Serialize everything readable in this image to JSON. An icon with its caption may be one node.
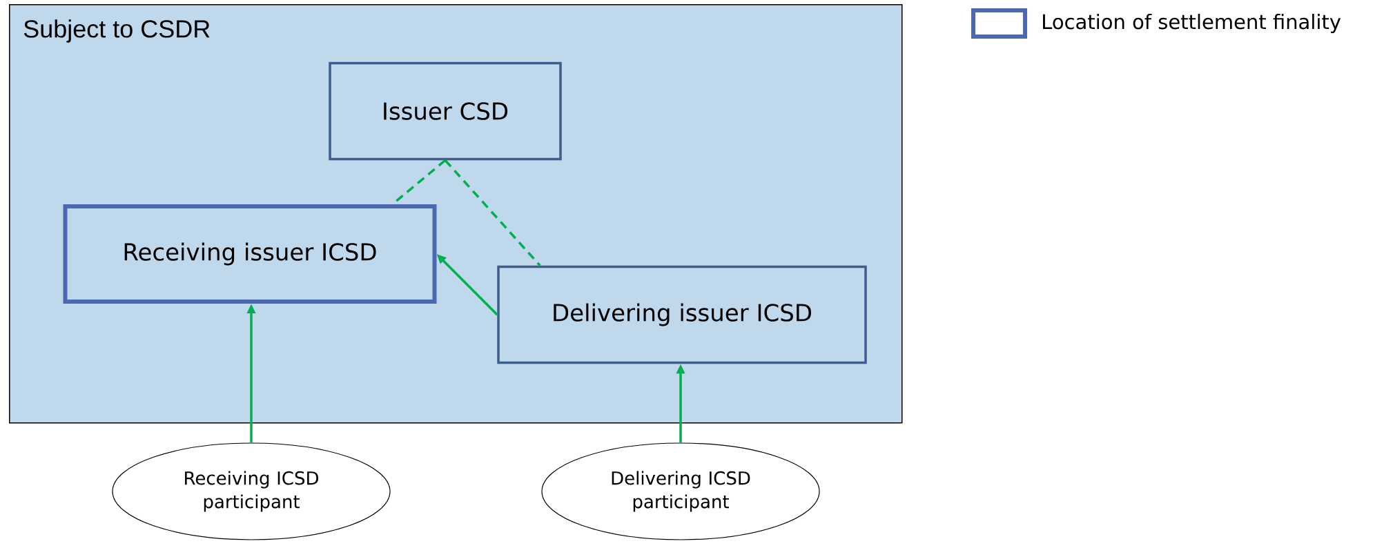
{
  "diagram": {
    "nodes": [
      {
        "text": [
          "Subject to CSDR"
        ]
      },
      {
        "text": [
          "Issuer CSD"
        ],
        "in": 0
      },
      {
        "text": [
          "Receiving issuer ICSD"
        ],
        "in": 0
      },
      {
        "text": [
          "Delivering issuer ICSD"
        ],
        "in": 0
      },
      {
        "text": [
          "Receiving ICSD participant"
        ]
      },
      {
        "text": [
          "Delivering ICSD participant"
        ]
      }
    ],
    "edges": [
      {
        "from": 1,
        "to": 2,
        "arrow": "none",
        "style": "dashed"
      },
      {
        "from": 1,
        "to": 3,
        "arrow": "none",
        "style": "dashed"
      },
      {
        "from": 3,
        "to": 2,
        "arrow": "to"
      },
      {
        "from": 4,
        "to": 2,
        "arrow": "to"
      },
      {
        "from": 5,
        "to": 3,
        "arrow": "to"
      }
    ],
    "legend": [
      {
        "text": "Location of settlement finality"
      }
    ]
  }
}
